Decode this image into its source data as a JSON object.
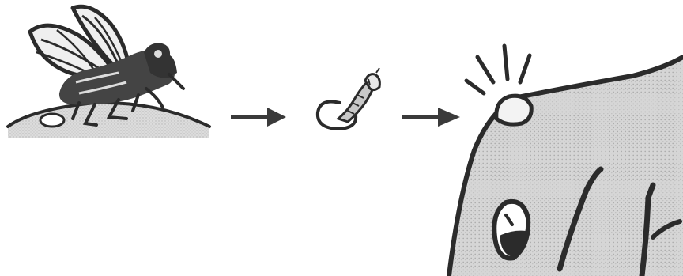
{
  "figure": {
    "stages": [
      {
        "id": "fly-lays-egg",
        "icon": "fly-on-skin-icon"
      },
      {
        "id": "larva-hatches",
        "icon": "larva-egg-icon"
      },
      {
        "id": "swelling-on-host",
        "icon": "host-swelling-icon"
      }
    ],
    "arrows": 2,
    "colors": {
      "ink": "#2b2b2b",
      "skin": "#d9d9d9",
      "skin_dots": "#bdbdbd",
      "wing": "#efefef",
      "paper": "#ffffff"
    }
  }
}
